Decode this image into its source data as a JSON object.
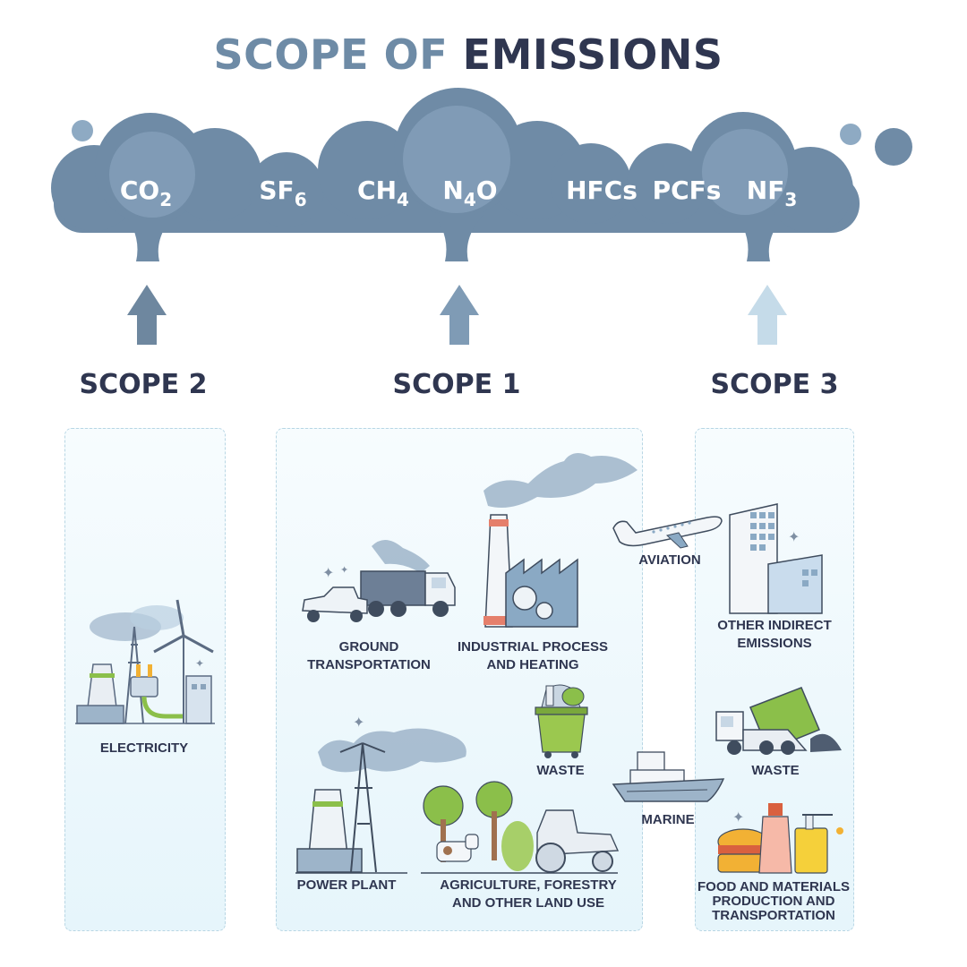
{
  "title": {
    "part1": "SCOPE OF",
    "part2": "EMISSIONS"
  },
  "gases": [
    {
      "base": "CO",
      "sub": "2"
    },
    {
      "base": "SF",
      "sub": "6"
    },
    {
      "base": "CH",
      "sub": "4"
    },
    {
      "base": "N",
      "sub": "4",
      "tail": "O"
    },
    {
      "base": "HFCs",
      "sub": ""
    },
    {
      "base": "PCFs",
      "sub": ""
    },
    {
      "base": "NF",
      "sub": "3"
    }
  ],
  "scopes": {
    "scope2": "SCOPE 2",
    "scope1": "SCOPE 1",
    "scope3": "SCOPE 3"
  },
  "scope2_items": {
    "electricity": "ELECTRICITY"
  },
  "scope1_items": {
    "ground_transportation": [
      "GROUND",
      "TRANSPORTATION"
    ],
    "industrial_process": [
      "INDUSTRIAL PROCESS",
      "AND HEATING"
    ],
    "waste": "WASTE",
    "power_plant": "POWER PLANT",
    "agriculture": [
      "AGRICULTURE, FORESTRY",
      "AND OTHER LAND USE"
    ]
  },
  "between_items": {
    "aviation": "AVIATION",
    "marine": "MARINE"
  },
  "scope3_items": {
    "other_indirect": [
      "OTHER INDIRECT",
      "EMISSIONS"
    ],
    "waste": "WASTE",
    "food_materials": [
      "FOOD AND MATERIALS",
      "PRODUCTION AND",
      "TRANSPORTATION"
    ]
  },
  "colors": {
    "title_light": "#6e8ba6",
    "title_dark": "#2f3650",
    "cloud_main": "#6f8ba6",
    "cloud_light": "#8eaac3",
    "arrow_dark": "#6e879f",
    "arrow_mid": "#7f9bb5",
    "arrow_light": "#c5dbe9",
    "panel_bg": "#eaf6fb"
  }
}
